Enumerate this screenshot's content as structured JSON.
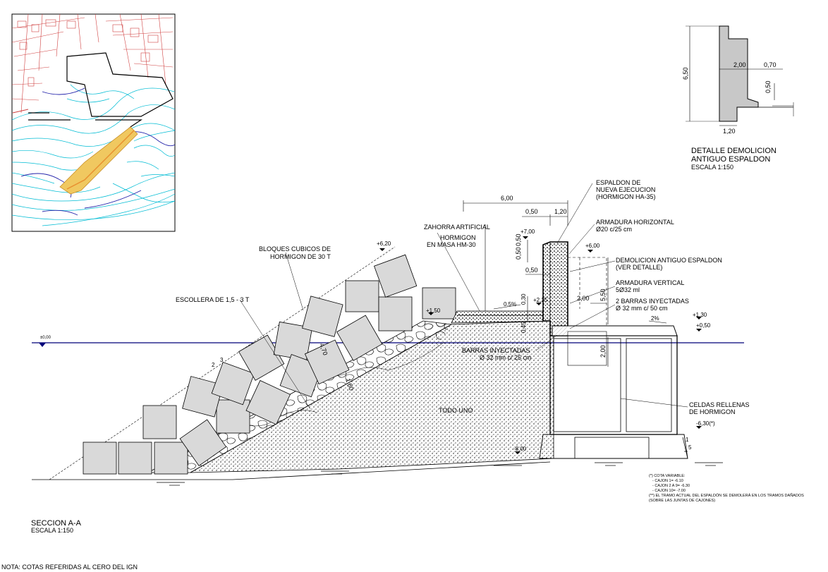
{
  "section": {
    "title": "SECCION A-A",
    "scale": "ESCALA 1:150"
  },
  "note": "NOTA: COTAS REFERIDAS AL CERO DEL IGN",
  "detail": {
    "title_line1": "DETALLE DEMOLICION",
    "title_line2": "ANTIGUO ESPALDON",
    "scale": "ESCALA 1:150",
    "dims": {
      "height": "6,50",
      "width_top": "2,00",
      "step": "0,70",
      "step_h": "0,50",
      "base": "1,20"
    }
  },
  "labels": {
    "espaldon_1": "ESPALDON DE",
    "espaldon_2": "NUEVA EJECUCION",
    "espaldon_3": "(HORMIGON HA-35)",
    "arm_h_1": "ARMADURA HORIZONTAL",
    "arm_h_2": "Ø20 c/25 cm",
    "demol_1": "DEMOLICION ANTIGUO ESPALDON",
    "demol_2": "(VER DETALLE)",
    "arm_v_1": "ARMADURA VERTICAL",
    "arm_v_2": "5Ø32 ml",
    "barras2_1": "2 BARRAS  INYECTADAS",
    "barras2_2": "Ø 32 mm c/ 50 cm",
    "zahorra": "ZAHORRA ARTIFICIAL",
    "hormigon_1": "HORMIGON",
    "hormigon_2": "EN MASA HM-30",
    "bloques_1": "BLOQUES CUBICOS DE",
    "bloques_2": "HORMIGON DE 30 T",
    "escollera": "ESCOLLERA DE 1,5 - 3 T",
    "barras_1": "BARRAS  INYECTADAS",
    "barras_2": "Ø 32 mm c/ 25 cm",
    "todouno": "TODO UNO",
    "celdas_1": "CELDAS RELLENAS",
    "celdas_2": "DE HORMIGON"
  },
  "dims": {
    "top_width": "6,00",
    "d050": "0,50",
    "d120": "1,20",
    "d050b": "0,50",
    "d0500": "0,50",
    "d050v": "0,50",
    "d550": "5,50",
    "d200": "2,00",
    "d200v": "2,00",
    "d030": "0,30",
    "d045": "0,45",
    "d470": "4,70",
    "d180": "1,80",
    "slope_2": "2",
    "slope_3": "3",
    "slope_1": "1",
    "slope_5": "5",
    "slope_05": "0.5%",
    "slope_2pct": "2%"
  },
  "levels": {
    "l620": "+6,20",
    "l700": "+7,00",
    "l600": "+6,00",
    "l150": "+1,50",
    "l225": "+2,25",
    "l130": "+1,30",
    "l050": "+0,50",
    "l000": "±0,00",
    "l630": "-6,30(*)",
    "l800": "-8,00"
  },
  "footnotes": [
    "(*) COTA VARIABLE:",
    "-    CAJON 1=    -6.10",
    "-    CAJON 2 A 9= -6.30",
    "-    CAJON 10=    -7.00",
    "(**) EL TRAMO ACTUAL DEL ESPALDÓN SE DEMOLERÁ EN LOS TRAMOS DAÑADOS",
    "(SOBRE LAS JUNTAS DE CAJONES)"
  ],
  "colors": {
    "water": "#00007a",
    "block": "#d9d9d9",
    "demol": "#c8c8c8",
    "map_contour": "#00bcd4",
    "map_deep": "#2222aa",
    "map_streets": "#d04040",
    "map_dike": "#f0c860"
  }
}
